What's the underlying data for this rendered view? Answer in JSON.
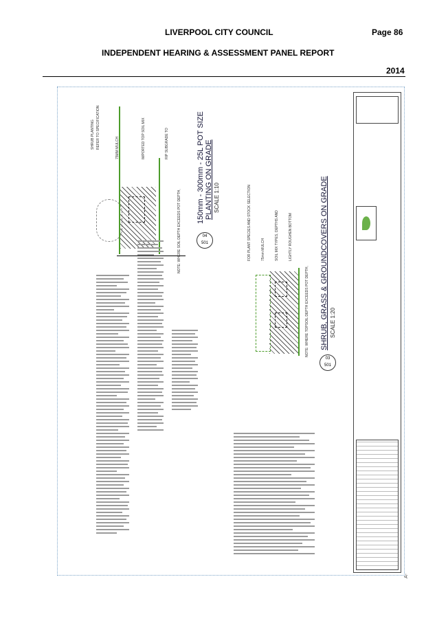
{
  "header": {
    "council": "LIVERPOOL CITY COUNCIL",
    "page": "Page 86",
    "report": "INDEPENDENT HEARING & ASSESSMENT PANEL REPORT",
    "year": "2014"
  },
  "drawing": {
    "detail_a": {
      "number": "04",
      "sheet": "501",
      "title": "150mm - 300mm - 25L POT SIZE",
      "subtitle": "PLANTING ON GRADE",
      "scale": "SCALE 1:10"
    },
    "detail_b": {
      "number": "03",
      "sheet": "501",
      "title": "SHRUB, GRASS & GROUNDCOVERS ON GRADE",
      "scale": "SCALE 1:20"
    },
    "labels_a": [
      "SHRUB PLANTING",
      "REFER TO SPECIFICATION",
      "75MM MULCH",
      "IMPORTED TOP SOIL MIX",
      "RIP SUBGRADE TO"
    ],
    "labels_b": [
      "FOR PLANT SPECIES AND STOCK SELECTION",
      "75mm MULCH",
      "SOIL MIX TYPES, DEPTHS AND",
      "LIGHTLY ROUGHEN BOTTOM"
    ],
    "note_a": "NOTE: WHERE SOIL DEPTH EXCEEDS POT DEPTH,",
    "note_b": "NOTE: WHERE TOPSOIL DEPTH EXCEEDS POT DEPTH,",
    "corner_mark": "A-"
  }
}
